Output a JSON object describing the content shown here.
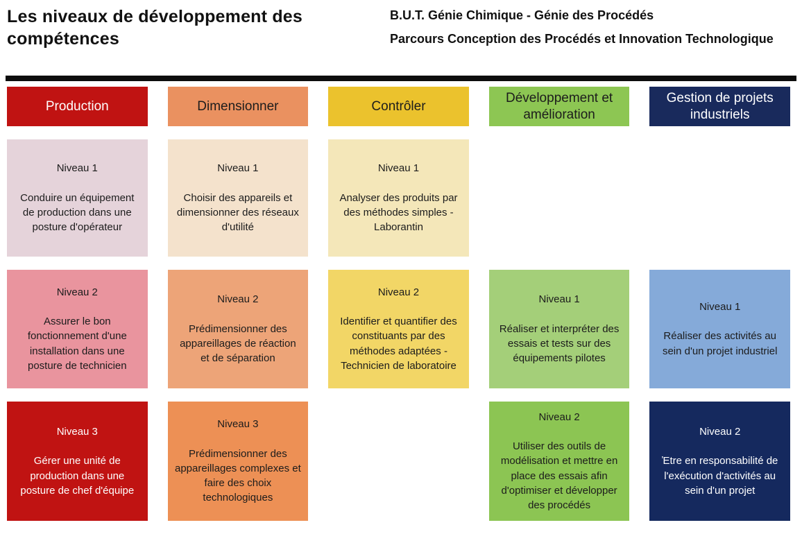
{
  "header": {
    "title": "Les niveaux de développement des compétences",
    "program": "B.U.T. Génie Chimique - Génie des Procédés",
    "track": "Parcours Conception des Procédés et Innovation Technologique"
  },
  "colors": {
    "divider": "#0d0d0d",
    "page_background": "#ffffff"
  },
  "columns": [
    {
      "label": "Production",
      "header_bg": "#c01312",
      "header_fg": "#ffffff",
      "cells": [
        {
          "level": "Niveau 1",
          "text": "Conduire un équipement de production dans une posture d'opérateur",
          "bg": "#e5d3da",
          "fg": "#1c1c1c"
        },
        {
          "level": "Niveau 2",
          "text": "Assurer le bon fonctionnement d'une installation dans une posture de technicien",
          "bg": "#e9949e",
          "fg": "#1c1c1c"
        },
        {
          "level": "Niveau 3",
          "text": "Gérer une unité de production dans une posture de chef d'équipe",
          "bg": "#c01312",
          "fg": "#ffffff"
        }
      ]
    },
    {
      "label": "Dimensionner",
      "header_bg": "#ea9160",
      "header_fg": "#1c1c1c",
      "cells": [
        {
          "level": "Niveau 1",
          "text": "Choisir des appareils et dimensionner des réseaux d'utilité",
          "bg": "#f4e2cc",
          "fg": "#1c1c1c"
        },
        {
          "level": "Niveau 2",
          "text": "Prédimensionner des appareillages de réaction et de séparation",
          "bg": "#eda478",
          "fg": "#1c1c1c"
        },
        {
          "level": "Niveau 3",
          "text": "Prédimensionner des appareillages complexes et faire des choix technologiques",
          "bg": "#ed9055",
          "fg": "#1c1c1c"
        }
      ]
    },
    {
      "label": "Contrôler",
      "header_bg": "#ebc22d",
      "header_fg": "#1c1c1c",
      "cells": [
        {
          "level": "Niveau 1",
          "text": "Analyser des produits par des méthodes simples - Laborantin",
          "bg": "#f4e7b9",
          "fg": "#1c1c1c"
        },
        {
          "level": "Niveau 2",
          "text": "Identifier et quantifier des constituants par des méthodes adaptées - Technicien de laboratoire",
          "bg": "#f2d666",
          "fg": "#1c1c1c"
        }
      ]
    },
    {
      "label": "Développement et amélioration",
      "header_bg": "#8dc653",
      "header_fg": "#1c1c1c",
      "cells": [
        {
          "level": "Niveau 1",
          "text": "Réaliser et interpréter des essais et tests sur des équipements pilotes",
          "bg": "#a4cf79",
          "fg": "#1c1c1c"
        },
        {
          "level": "Niveau 2",
          "text": "Utiliser des outils de modélisation et mettre en place des essais afin d'optimiser et développer des procédés",
          "bg": "#8cc553",
          "fg": "#1c1c1c"
        }
      ]
    },
    {
      "label": "Gestion de projets industriels",
      "header_bg": "#192a5c",
      "header_fg": "#ffffff",
      "cells": [
        {
          "level": "Niveau 1",
          "text": "Réaliser des activités au sein d'un projet industriel",
          "bg": "#85aad9",
          "fg": "#1c1c1c"
        },
        {
          "level": "Niveau 2",
          "text": "Ἐtre en responsabilité de l'exécution d'activités au sein d'un projet",
          "bg": "#15295e",
          "fg": "#ffffff"
        }
      ]
    }
  ]
}
